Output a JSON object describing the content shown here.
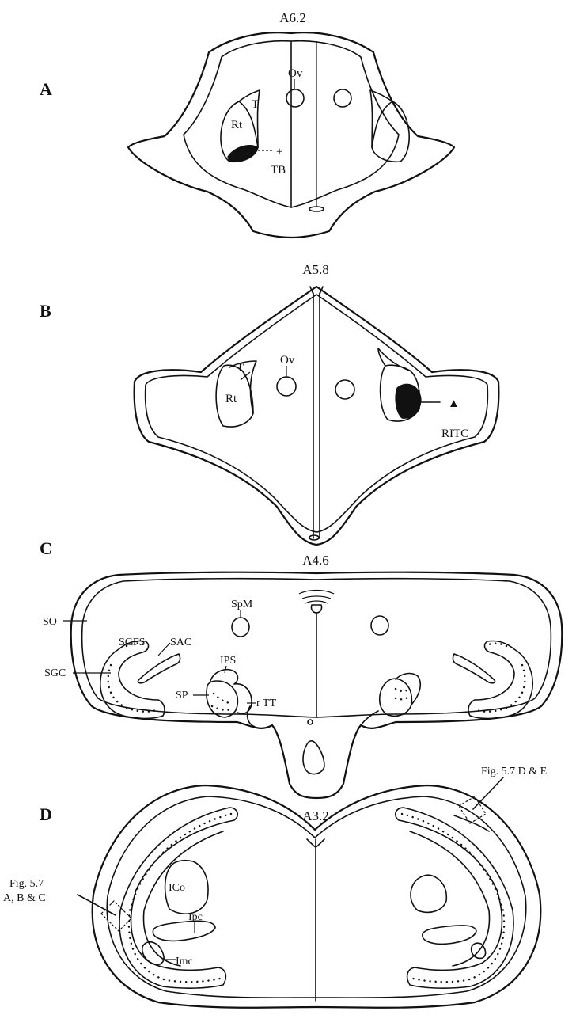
{
  "panels": [
    {
      "letter": "A",
      "coordinate": "A6.2",
      "labels": {
        "ov": "Ov",
        "rt": "Rt",
        "t": "T",
        "marker": "+",
        "tb": "TB"
      }
    },
    {
      "letter": "B",
      "coordinate": "A5.8",
      "labels": {
        "ov": "Ov",
        "rt": "Rt",
        "t": "T",
        "marker": "▲",
        "ritc": "RITC"
      }
    },
    {
      "letter": "C",
      "coordinate": "A4.6",
      "labels": {
        "so": "SO",
        "spm": "SpM",
        "sgfs": "SGFS",
        "sac": "SAC",
        "sgc": "SGC",
        "ips": "IPS",
        "sp": "SP",
        "rtt": "r TT"
      }
    },
    {
      "letter": "D",
      "coordinate": "A3.2",
      "labels": {
        "fig_de": "Fig. 5.7 D & E",
        "fig_abc_line1": "Fig. 5.7",
        "fig_abc_line2": "A, B & C",
        "ico": "ICo",
        "ipc": "Ipc",
        "imc": "Imc"
      }
    }
  ]
}
